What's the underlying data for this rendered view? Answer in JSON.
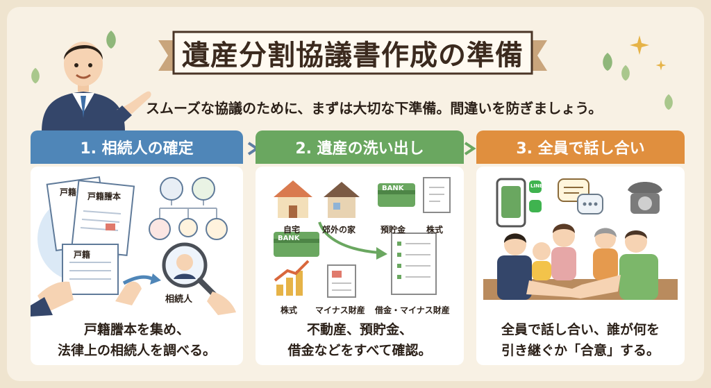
{
  "title": "遺産分割協議書作成の準備",
  "subtitle": "スムーズな協議のために、まずは大切な下準備。間違いを防ぎましょう。",
  "steps": [
    {
      "header": "1. 相続人の確定",
      "color": "#4f86b8",
      "doc_label_1": "戸籍",
      "doc_label_2": "戸籍謄本",
      "doc_label_3": "戸籍",
      "magnifier_label": "相続人",
      "description_line1": "戸籍謄本を集め、",
      "description_line2": "法律上の相続人を調べる。"
    },
    {
      "header": "2. 遺産の洗い出し",
      "color": "#6aa760",
      "items": {
        "home": "自宅",
        "suburb_house": "郊外の家",
        "deposit": "預貯金",
        "stock_top": "株式",
        "stock_bottom": "株式",
        "negative": "マイナス財産",
        "debt": "借金・マイナス財産"
      },
      "bank_text": "BANK",
      "description_line1": "不動産、預貯金、",
      "description_line2": "借金などをすべて確認。"
    },
    {
      "header": "3. 全員で話し合い",
      "color": "#e08f3e",
      "line_badge": "LINE",
      "description_line1": "全員で話し合い、誰が何を",
      "description_line2": "引き継ぐか「合意」する。"
    }
  ]
}
